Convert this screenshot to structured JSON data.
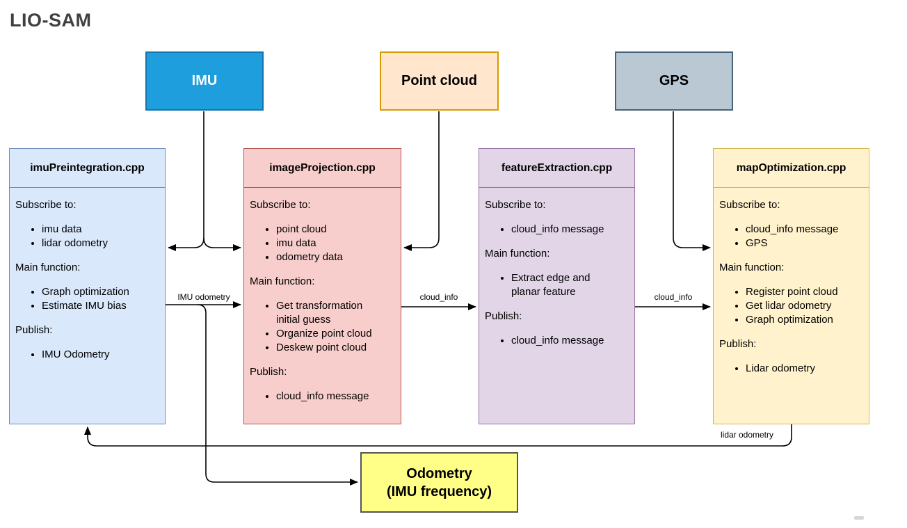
{
  "title": "LIO-SAM",
  "colors": {
    "imu_fill": "#1e9edc",
    "imu_border": "#1474ae",
    "point_cloud_fill": "#ffe6cc",
    "point_cloud_border": "#d79b00",
    "gps_fill": "#bac8d3",
    "gps_border": "#46627a",
    "imuPreintegration_fill": "#dae8fc",
    "imuPreintegration_border": "#6c8ebf",
    "imageProjection_fill": "#f8cecc",
    "imageProjection_border": "#b85450",
    "featureExtraction_fill": "#e1d5e7",
    "featureExtraction_border": "#9673a6",
    "mapOptimization_fill": "#fff2cc",
    "mapOptimization_border": "#d6b656",
    "odometry_fill": "#ffff88",
    "odometry_border": "#555555",
    "connector": "#000000"
  },
  "inputs": [
    {
      "label": "IMU"
    },
    {
      "label": "Point cloud"
    },
    {
      "label": "GPS"
    }
  ],
  "modules": [
    {
      "title": "imuPreintegration.cpp",
      "sections": [
        {
          "heading": "Subscribe to:",
          "bullets": [
            "imu data",
            "lidar odometry"
          ]
        },
        {
          "heading": "Main function:",
          "bullets": [
            "Graph optimization",
            "Estimate IMU bias"
          ]
        },
        {
          "heading": "Publish:",
          "bullets": [
            "IMU Odometry"
          ]
        }
      ]
    },
    {
      "title": "imageProjection.cpp",
      "sections": [
        {
          "heading": "Subscribe to:",
          "bullets": [
            "point cloud",
            "imu data",
            "odometry data"
          ]
        },
        {
          "heading": "Main function:",
          "bullets": [
            "Get transformation initial guess",
            "Organize point cloud",
            "Deskew point cloud"
          ]
        },
        {
          "heading": "Publish:",
          "bullets": [
            "cloud_info message"
          ]
        }
      ]
    },
    {
      "title": "featureExtraction.cpp",
      "sections": [
        {
          "heading": "Subscribe to:",
          "bullets": [
            "cloud_info message"
          ]
        },
        {
          "heading": "Main function:",
          "bullets": [
            "Extract edge and planar feature"
          ]
        },
        {
          "heading": "Publish:",
          "bullets": [
            "cloud_info message"
          ]
        }
      ]
    },
    {
      "title": "mapOptimization.cpp",
      "sections": [
        {
          "heading": "Subscribe to:",
          "bullets": [
            "cloud_info message",
            "GPS"
          ]
        },
        {
          "heading": "Main function:",
          "bullets": [
            "Register point cloud",
            "Get lidar odometry",
            "Graph optimization"
          ]
        },
        {
          "heading": "Publish:",
          "bullets": [
            "Lidar odometry"
          ]
        }
      ]
    }
  ],
  "output_box": {
    "line1": "Odometry",
    "line2": "(IMU frequency)"
  },
  "edge_labels": {
    "imu_odometry": "IMU odometry",
    "cloud_info_a": "cloud_info",
    "cloud_info_b": "cloud_info",
    "lidar_odometry": "lidar odometry"
  }
}
